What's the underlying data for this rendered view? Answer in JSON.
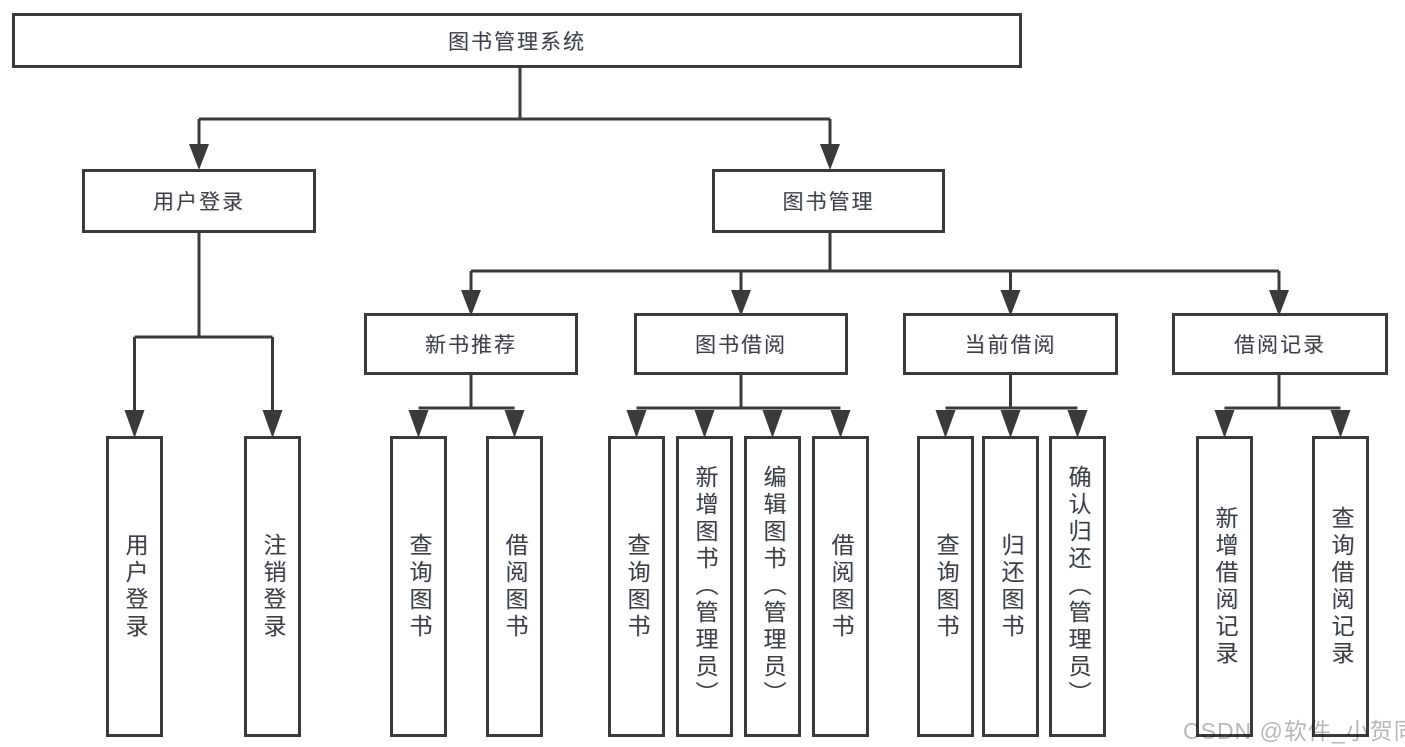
{
  "diagram_type": "hierarchy-tree",
  "colors": {
    "background": "#ffffff",
    "line": "#3a3a3a",
    "box_border": "#3a3a3a",
    "box_fill": "#ffffff",
    "text": "#3f3f3f",
    "watermark": "#b7b7b7"
  },
  "tree": {
    "label": "图书管理系统",
    "children": [
      {
        "label": "用户登录",
        "children": [
          {
            "label": "用户登录"
          },
          {
            "label": "注销登录"
          }
        ]
      },
      {
        "label": "图书管理",
        "children": [
          {
            "label": "新书推荐",
            "children": [
              {
                "label": "查询图书"
              },
              {
                "label": "借阅图书"
              }
            ]
          },
          {
            "label": "图书借阅",
            "children": [
              {
                "label": "查询图书"
              },
              {
                "label": "新增图书（管理员）"
              },
              {
                "label": "编辑图书（管理员）"
              },
              {
                "label": "借阅图书"
              }
            ]
          },
          {
            "label": "当前借阅",
            "children": [
              {
                "label": "查询图书"
              },
              {
                "label": "归还图书"
              },
              {
                "label": "确认归还（管理员）"
              }
            ]
          },
          {
            "label": "借阅记录",
            "children": [
              {
                "label": "新增借阅记录"
              },
              {
                "label": "查询借阅记录"
              }
            ]
          }
        ]
      }
    ]
  },
  "watermark": {
    "text": "CSDN @软件_小贺同学"
  }
}
